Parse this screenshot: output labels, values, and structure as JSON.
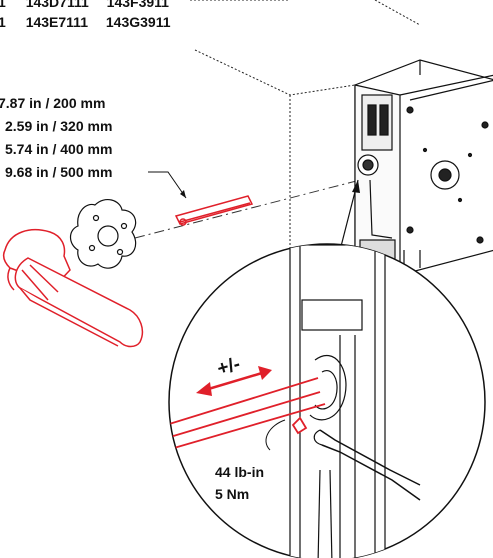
{
  "part_numbers": {
    "row1": [
      "1",
      "143D7111",
      "143F3911"
    ],
    "row2": [
      "1",
      "143E7111",
      "143G3911"
    ]
  },
  "shaft_lengths": [
    "7.87 in / 200 mm",
    "2.59 in / 320 mm",
    "5.74 in / 400 mm",
    "9.68 in / 500 mm"
  ],
  "adjust_label": "+/-",
  "torque": {
    "imperial": "44 lb-in",
    "metric": "5 Nm"
  },
  "colors": {
    "accent_red": "#e0202a",
    "line": "#1a1a1a"
  }
}
